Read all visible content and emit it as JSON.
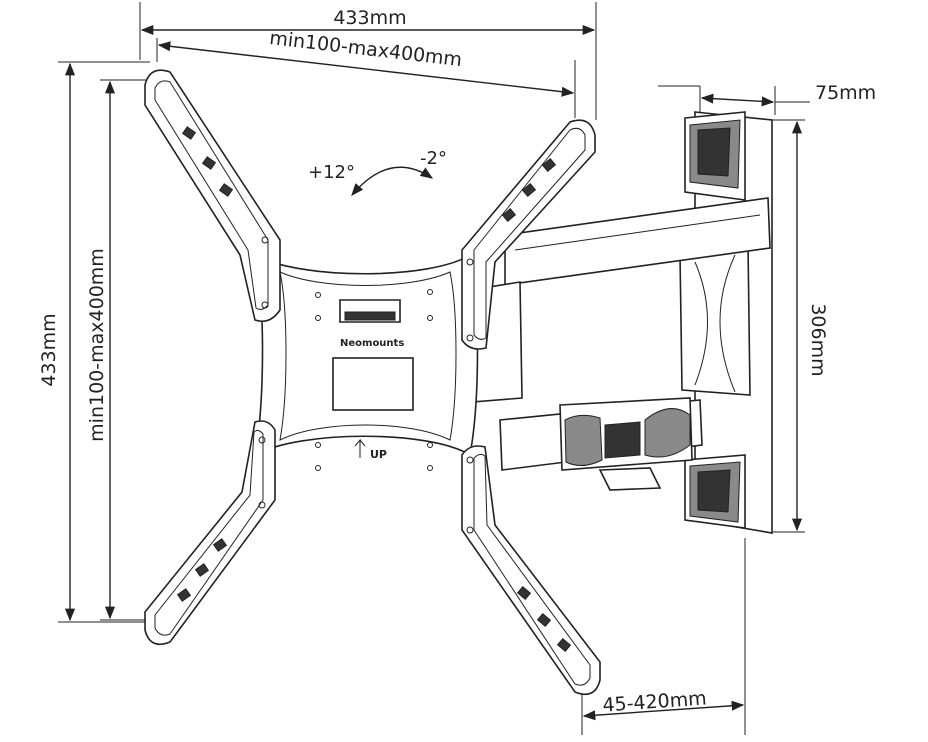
{
  "dimensions": {
    "total_width": "433mm",
    "vesa_width": "min100-max400mm",
    "total_height": "433mm",
    "vesa_height": "min100-max400mm",
    "wall_depth": "75mm",
    "wall_plate_height": "306mm",
    "extension": "45-420mm"
  },
  "tilt": {
    "up": "+12°",
    "down": "-2°"
  },
  "plate": {
    "brand": "Neomounts",
    "up_label": "UP"
  }
}
